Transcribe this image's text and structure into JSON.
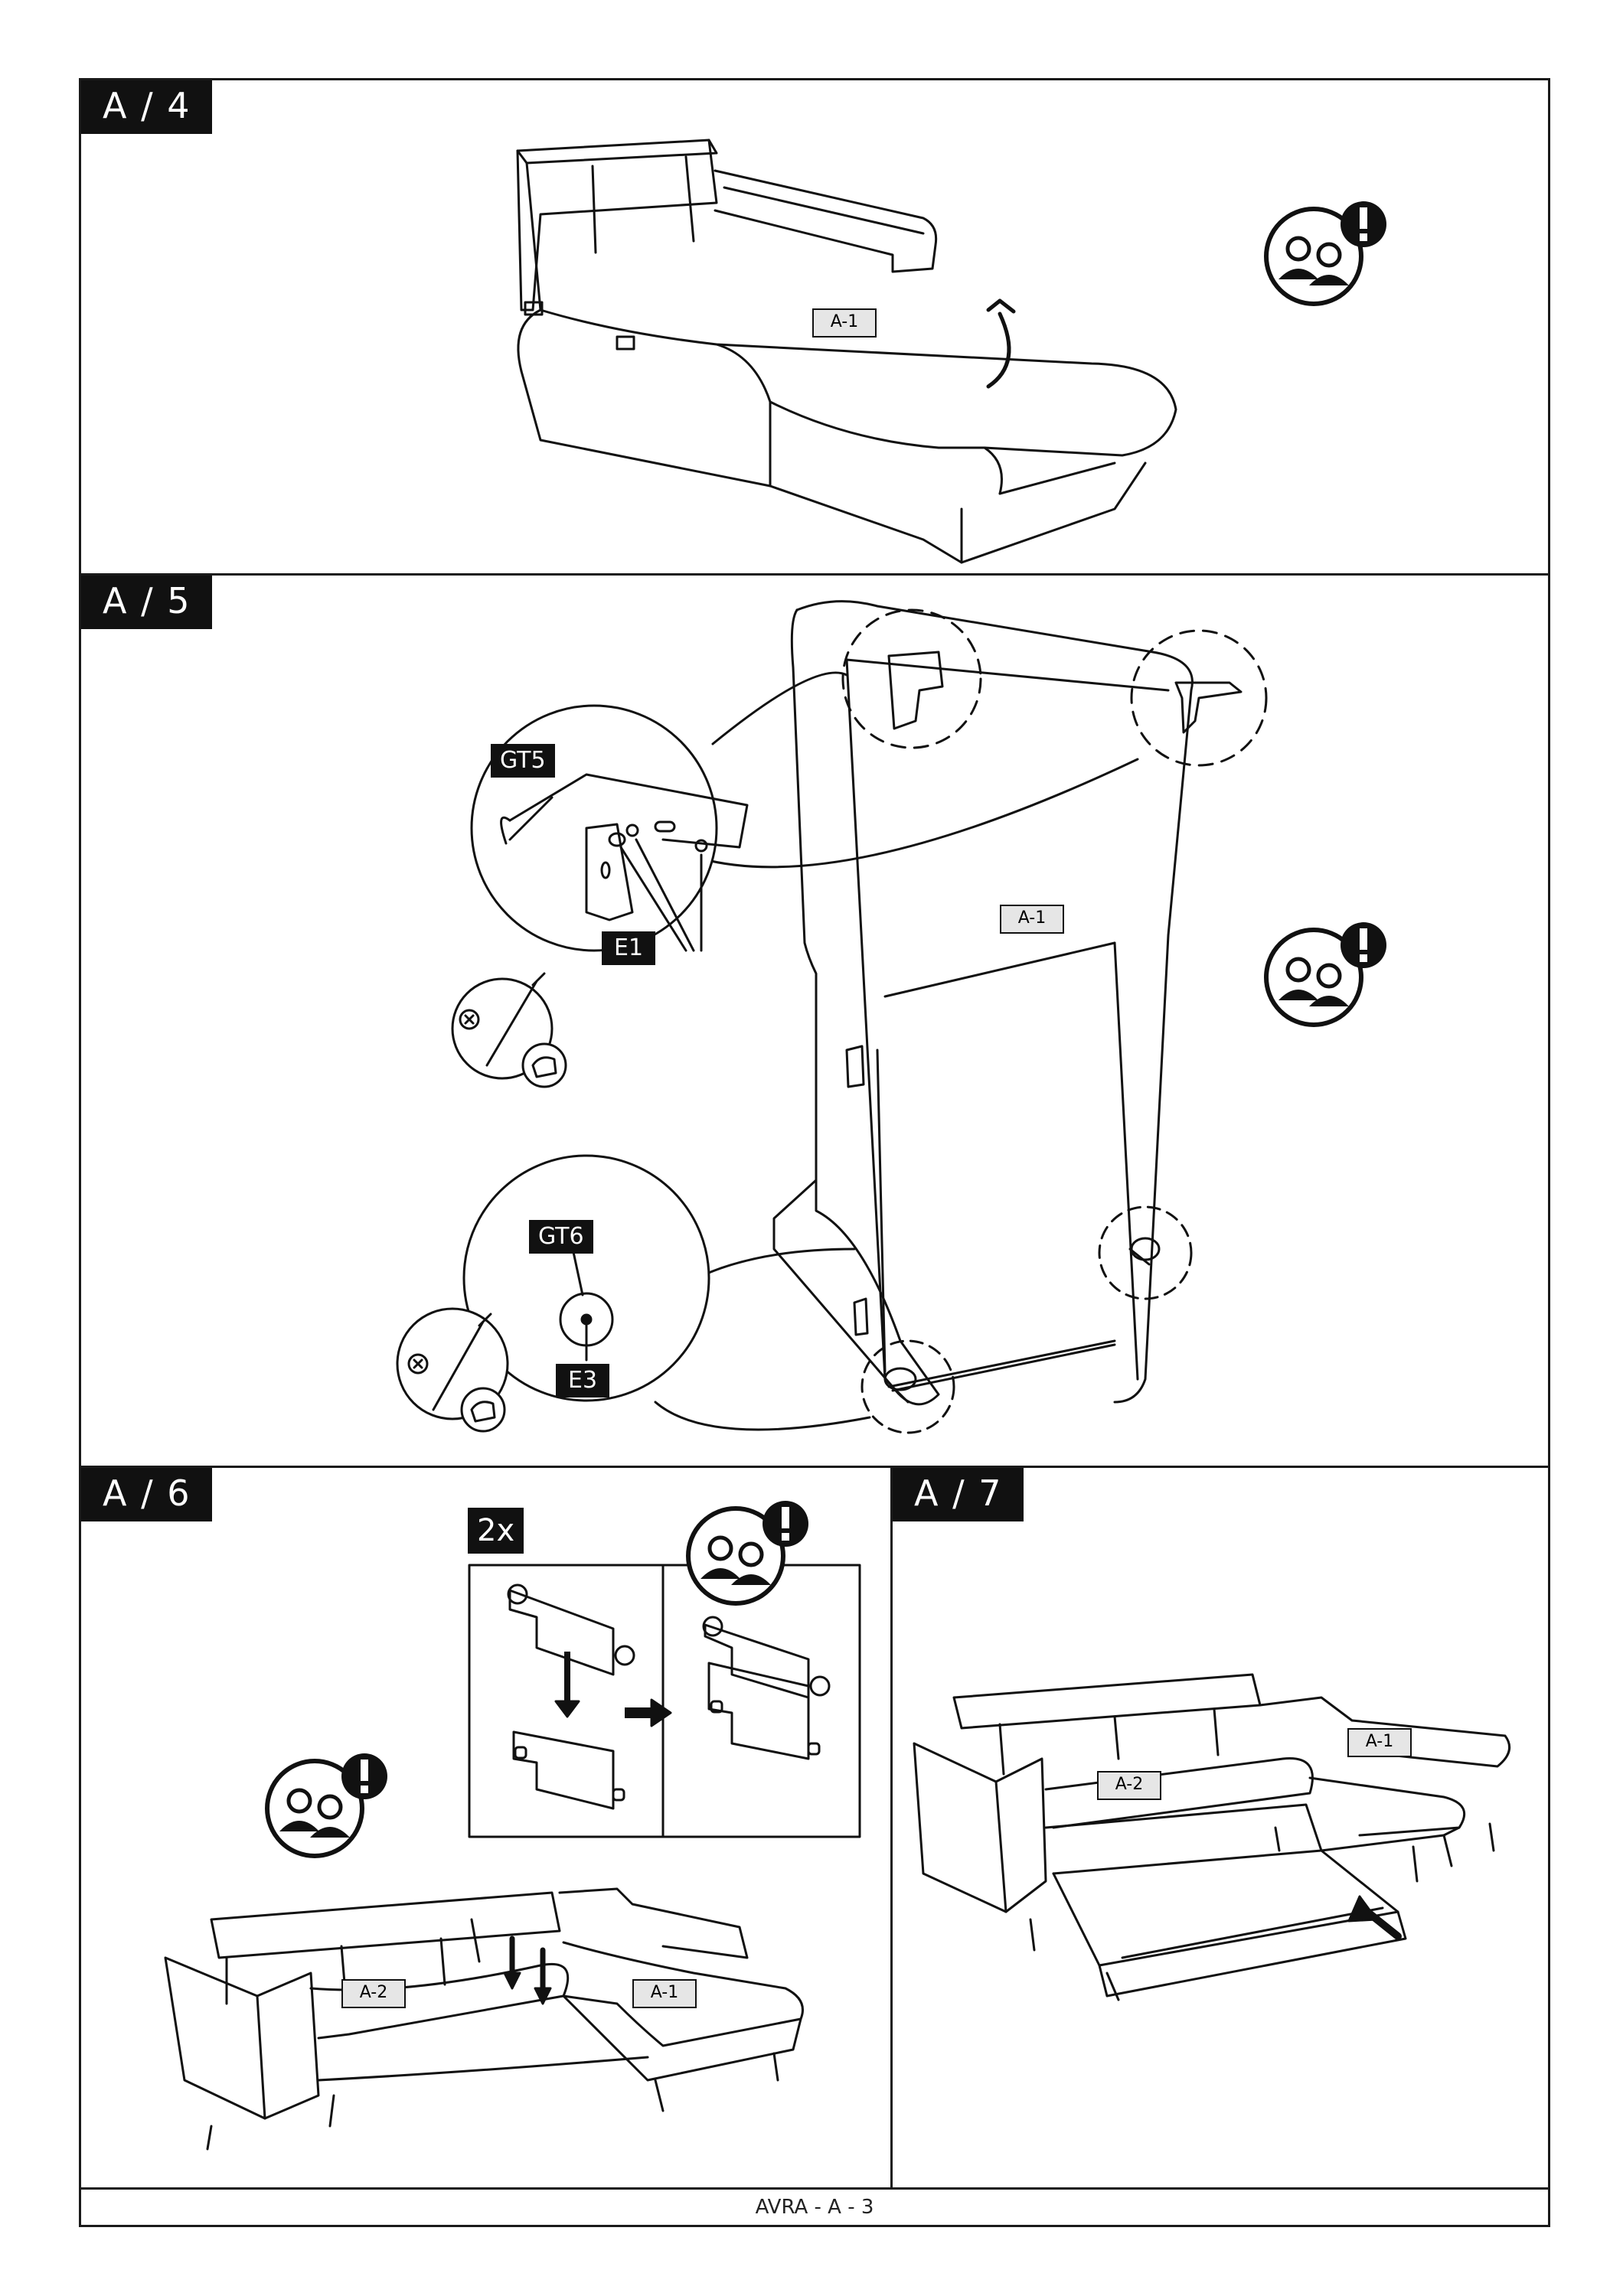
{
  "steps": {
    "a4": {
      "label": "A / 4",
      "part_label": "A-1"
    },
    "a5": {
      "label": "A / 5",
      "part_label": "A-1",
      "callout_top": "GT5",
      "callout_top_fastener": "E1",
      "callout_bottom": "GT6",
      "callout_bottom_fastener": "E3"
    },
    "a6": {
      "label": "A / 6",
      "quantity": "2x",
      "part_left": "A-2",
      "part_right": "A-1"
    },
    "a7": {
      "label": "A / 7",
      "part_left": "A-2",
      "part_right": "A-1"
    }
  },
  "footer": {
    "text": "AVRA - A - 3"
  },
  "icons": {
    "two_person": "two-person-assembly-icon",
    "warning": "exclamation-icon",
    "screwdriver": "screwdriver-icon",
    "hand_tighten": "hand-icon",
    "arrow": "arrow-icon"
  },
  "colors": {
    "ink": "#111111",
    "label_fill": "#e6e6e6"
  }
}
